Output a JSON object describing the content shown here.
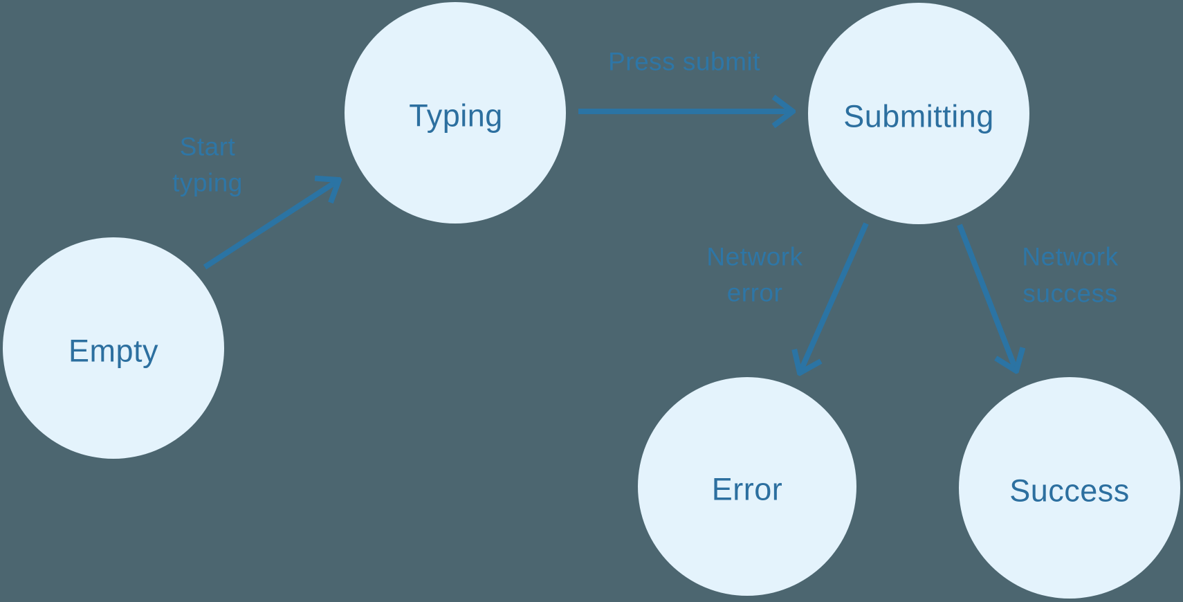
{
  "diagram": {
    "type": "state-machine",
    "colors": {
      "background": "#4c6670",
      "node_fill": "#e4f3fc",
      "node_text": "#2c6f9f",
      "arrow": "#2b74a4",
      "edge_label": "#2e76a6"
    },
    "nodes": [
      {
        "id": "empty",
        "label": "Empty"
      },
      {
        "id": "typing",
        "label": "Typing"
      },
      {
        "id": "submitting",
        "label": "Submitting"
      },
      {
        "id": "error",
        "label": "Error"
      },
      {
        "id": "success",
        "label": "Success"
      }
    ],
    "edges": [
      {
        "from": "Empty",
        "to": "Typing",
        "label": "Start typing",
        "label_line1": "Start",
        "label_line2": "typing"
      },
      {
        "from": "Typing",
        "to": "Submitting",
        "label": "Press submit",
        "label_line1": "Press submit",
        "label_line2": ""
      },
      {
        "from": "Submitting",
        "to": "Error",
        "label": "Network error",
        "label_line1": "Network",
        "label_line2": "error"
      },
      {
        "from": "Submitting",
        "to": "Success",
        "label": "Network success",
        "label_line1": "Network",
        "label_line2": "success"
      }
    ]
  }
}
